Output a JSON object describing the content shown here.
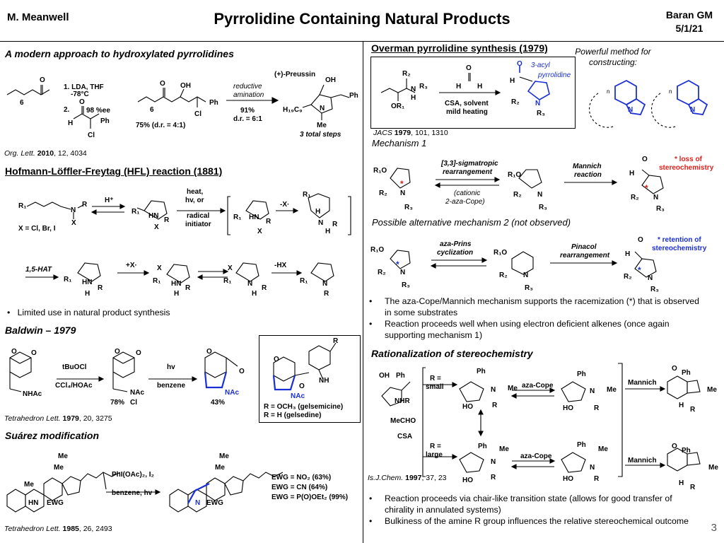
{
  "header": {
    "author": "M. Meanwell",
    "title": "Pyrrolidine Containing Natural Products",
    "group": "Baran GM",
    "date": "5/1/21"
  },
  "left": {
    "modern_heading": "A modern approach to hydroxylated pyrrolidines",
    "modern_ref": {
      "journal": "Org. Lett.",
      "year": "2010",
      "rest": ", 12, 4034"
    },
    "preussin": {
      "cond1": "1. LDA, THF",
      "cond1b": "-78°C",
      "cond2": "2.",
      "ee": "98 %ee",
      "yield": "75% (d.r. = 4:1)",
      "arrow_top": "reductive",
      "arrow_top2": "amination",
      "arrow_bot": "91%",
      "arrow_bot2": "d.r. = 6:1",
      "product": "(+)-Preussin",
      "steps": "3 total steps",
      "sub6a": "6",
      "sub6b": "6"
    },
    "hfl_heading": "Hofmann-Löffler-Freytag (HFL) reaction (1881)",
    "hfl": {
      "x_def": "X = Cl, Br, I",
      "h_plus": "H⁺",
      "heat": "heat,",
      "hv": "hv, or",
      "radical": "radical",
      "initiator": "initiator",
      "minus_x": "-X·",
      "hat": "1,5-HAT",
      "plus_x": "+X·",
      "minus_hx": "-HX"
    },
    "hfl_bullet": "Limited use in natural product synthesis",
    "baldwin_heading": "Baldwin – 1979",
    "baldwin": {
      "r1a": "tBuOCl",
      "r1b": "CCl₄/HOAc",
      "r2a": "hv",
      "r2b": "benzene",
      "y1": "78%",
      "y2": "43%",
      "nhac": "NHAc",
      "nac": "NAc",
      "gel1": "R = OCH₃ (gelsemicine)",
      "gel2": "R = H (gelsedine)"
    },
    "baldwin_ref": {
      "journal": "Tetrahedron Lett.",
      "year": "1979",
      "rest": ", 20, 3275"
    },
    "suarez_heading": "Suárez modification",
    "suarez": {
      "r1": "PhI(OAc)₂, I₂",
      "r2": "benzene, hv",
      "ewg1": "EWG = NO₂ (63%)",
      "ewg2": "EWG = CN (64%)",
      "ewg3": "EWG = P(O)OEt₂ (99%)"
    },
    "suarez_ref": {
      "journal": "Tetrahedron Lett.",
      "year": "1985",
      "rest": ", 26, 2493"
    }
  },
  "right": {
    "overman_heading": "Overman pyrrolidine synthesis (1979)",
    "powerful": "Powerful method for constructing:",
    "overman": {
      "cond1": "CSA, solvent",
      "cond2": "mild heating",
      "acyl": "3-acyl pyrrolidine"
    },
    "jacs": {
      "journal": "JACS",
      "year": "1979",
      "rest": ", 101, 1310"
    },
    "mech1": "Mechanism 1",
    "mech1_items": {
      "sig1": "[3,3]-sigmatropic",
      "sig2": "rearrangement",
      "cat1": "(cationic",
      "cat2": "2-aza-Cope)",
      "mannich1": "Mannich",
      "mannich2": "reaction",
      "loss1": "* loss of",
      "loss2": "stereochemistry"
    },
    "mech2": "Possible alternative mechanism 2 (not observed)",
    "mech2_items": {
      "prins1": "aza-Prins",
      "prins2": "cyclization",
      "pin1": "Pinacol",
      "pin2": "rearrangement",
      "ret1": "* retention of",
      "ret2": "stereochemistry"
    },
    "bullets1": [
      "The aza-Cope/Mannich mechanism supports the racemization (*) that is observed in some substrates",
      "Reaction proceeds well when using electron deficient alkenes (once again supporting mechanism 1)"
    ],
    "ration_heading": "Rationalization of stereochemistry",
    "ration": {
      "small1": "R =",
      "small2": "small",
      "large1": "R =",
      "large2": "large",
      "mecho": "MeCHO",
      "csa": "CSA",
      "azacope": "aza-Cope",
      "mannich": "Mannich"
    },
    "isj": {
      "journal": "Is.J.Chem.",
      "year": "1997",
      "rest": ", 37, 23"
    },
    "bullets2": [
      "Reaction proceeds via chair-like transition state (allows for good transfer of chirality in annulated systems)",
      "Bulkiness of the amine R group influences the relative stereochemical outcome"
    ],
    "page_number": "3"
  },
  "colors": {
    "red": "#e0201b",
    "blue": "#1a2fd6"
  }
}
